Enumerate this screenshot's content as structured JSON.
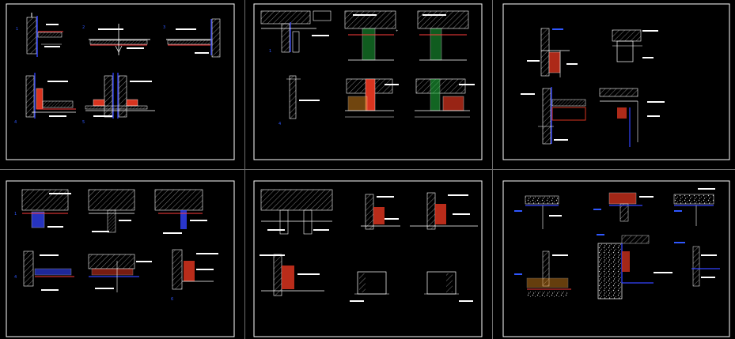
{
  "viewer": {
    "background": "#000000",
    "sheet_border_color": "#ffffff",
    "separator_color": "#6f6f6f",
    "sheet_count": 6,
    "layout": "3 columns x 2 rows"
  },
  "palette": {
    "line": "#ffffff",
    "hatch": "#9a9a9a",
    "dim": "#bfbfbf",
    "label_blue": "#2f57ff",
    "membrane_blue": "#3344ff",
    "membrane_red": "#ff3b3b",
    "flashing_red": "#d9341f",
    "flashing_green": "#1ea83a",
    "trim_orange": "#e08a1e",
    "gravel": "#cfcfcf"
  },
  "sheets": [
    {
      "id": "sheet-1",
      "content": "roof edge and wall junction details, five section drawings"
    },
    {
      "id": "sheet-2",
      "content": "parapet and slab connection details, six section drawings"
    },
    {
      "id": "sheet-3",
      "content": "wall-to-slab and cantilever details, four section drawings"
    },
    {
      "id": "sheet-4",
      "content": "roof drain and joint details, six section drawings"
    },
    {
      "id": "sheet-5",
      "content": "upstand and threshold details, seven section drawings"
    },
    {
      "id": "sheet-6",
      "content": "foundation and gravel bed details, six section drawings"
    }
  ]
}
